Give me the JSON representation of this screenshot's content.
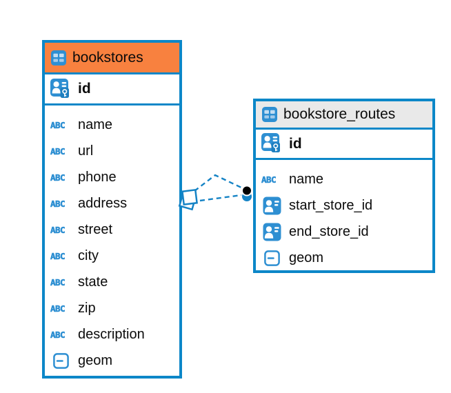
{
  "colors": {
    "accent_blue": "#0C87C8",
    "icon_blue": "#2E8FD2",
    "orange_header": "#F8813F",
    "gray_header": "#E9E9E9",
    "text": "#000000"
  },
  "tables": [
    {
      "name": "bookstores",
      "header_style": "orange",
      "columns": [
        {
          "name": "id",
          "type": "primary-key"
        },
        {
          "name": "name",
          "type": "text"
        },
        {
          "name": "url",
          "type": "text"
        },
        {
          "name": "phone",
          "type": "text"
        },
        {
          "name": "address",
          "type": "text"
        },
        {
          "name": "street",
          "type": "text"
        },
        {
          "name": "city",
          "type": "text"
        },
        {
          "name": "state",
          "type": "text"
        },
        {
          "name": "zip",
          "type": "text"
        },
        {
          "name": "description",
          "type": "text"
        },
        {
          "name": "geom",
          "type": "geometry"
        }
      ]
    },
    {
      "name": "bookstore_routes",
      "header_style": "gray",
      "columns": [
        {
          "name": "id",
          "type": "primary-key"
        },
        {
          "name": "name",
          "type": "text"
        },
        {
          "name": "start_store_id",
          "type": "reference"
        },
        {
          "name": "end_store_id",
          "type": "reference"
        },
        {
          "name": "geom",
          "type": "geometry"
        }
      ]
    }
  ],
  "relationships": [
    {
      "from_table": "bookstores",
      "to_table": "bookstore_routes",
      "style": "dashed"
    },
    {
      "from_table": "bookstores",
      "to_table": "bookstore_routes",
      "style": "dashed"
    }
  ],
  "type_icon_text": "ABC"
}
